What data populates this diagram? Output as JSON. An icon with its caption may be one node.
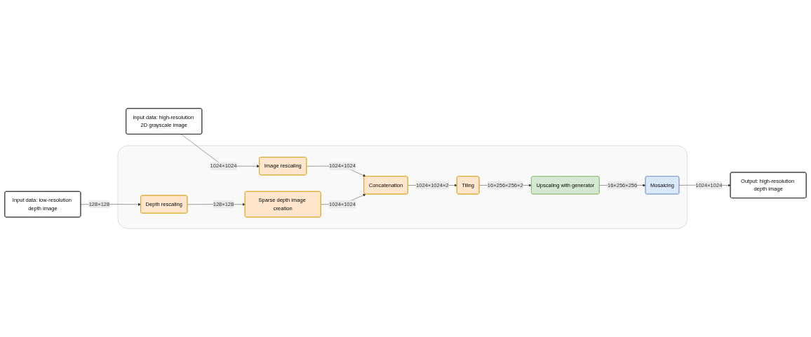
{
  "diagram": {
    "nodes": [
      {
        "text": [],
        "shape": "box"
      },
      {
        "text": [
          "Input data: high-resolution 2D grayscale image"
        ]
      },
      {
        "text": [
          "Image rescaling"
        ],
        "in": 0
      },
      {
        "text": [
          "Concatenation"
        ],
        "in": 0
      },
      {
        "text": [
          "Input data: low-resolution depth image"
        ]
      },
      {
        "text": [
          "Depth rescaling"
        ],
        "in": 0
      },
      {
        "text": [
          "Sparse depth image creation"
        ],
        "in": 0
      },
      {
        "text": [
          "Output: high-resolution depth image"
        ]
      },
      {
        "text": [
          "Mosaicing"
        ],
        "in": 0
      },
      {
        "text": [
          "Upscaling with generator"
        ],
        "in": 0
      },
      {
        "text": [
          "Tiling"
        ],
        "in": 0
      }
    ],
    "edges": [
      {
        "from": 1,
        "to": 2,
        "arrow": "to",
        "label": "1024×1024"
      },
      {
        "from": 2,
        "to": 3,
        "arrow": "to",
        "label": "1024×1024"
      },
      {
        "from": 4,
        "to": 5,
        "arrow": "to",
        "label": "128×128"
      },
      {
        "from": 5,
        "to": 6,
        "arrow": "to",
        "label": "128×128"
      },
      {
        "from": 6,
        "to": 3,
        "arrow": "to",
        "label": "1024×1024"
      },
      {
        "from": 3,
        "to": 10,
        "arrow": "to",
        "label": "1024×1024×2"
      },
      {
        "from": 10,
        "to": 9,
        "arrow": "to",
        "label": "16×256×256×2"
      },
      {
        "from": 9,
        "to": 8,
        "arrow": "to",
        "label": "16×256×256"
      },
      {
        "from": 8,
        "to": 7,
        "arrow": "to",
        "label": "1024×1024"
      }
    ]
  }
}
